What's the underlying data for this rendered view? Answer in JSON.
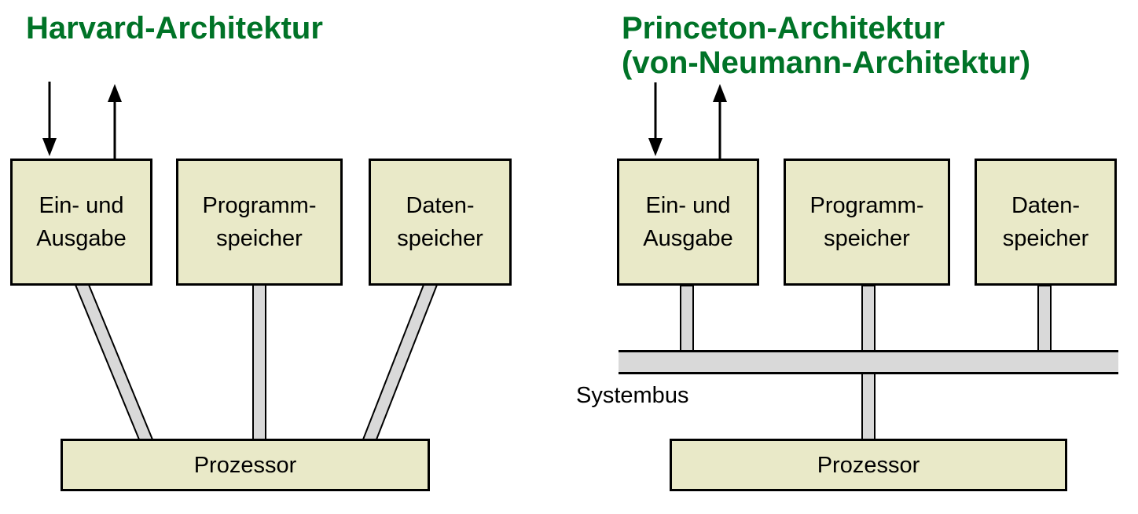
{
  "harvard": {
    "title": "Harvard-Architektur",
    "boxes": {
      "io": "Ein- und\nAusgabe",
      "program": "Programm-\nspeicher",
      "data": "Daten-\nspeicher",
      "processor": "Prozessor"
    }
  },
  "princeton": {
    "title_line1": "Princeton-Architektur",
    "title_line2": "(von-Neumann-Architektur)",
    "boxes": {
      "io": "Ein- und\nAusgabe",
      "program": "Programm-\nspeicher",
      "data": "Daten-\nspeicher",
      "processor": "Prozessor"
    },
    "bus_label": "Systembus"
  },
  "colors": {
    "title_green": "#007327",
    "box_fill": "#e9e9c8",
    "connector_gray": "#d9d9d9",
    "outline": "#000000"
  }
}
